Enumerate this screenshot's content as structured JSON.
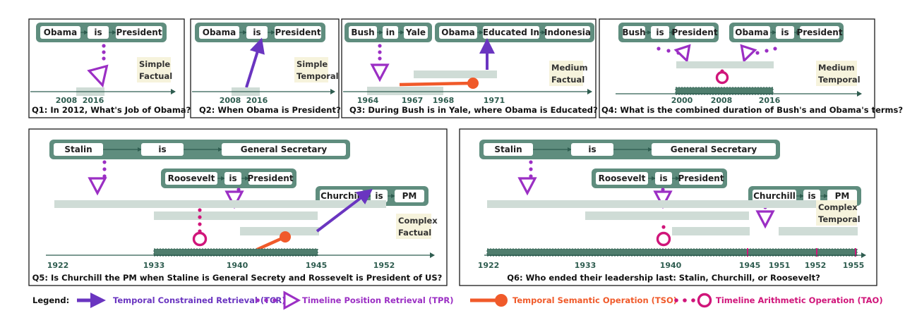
{
  "colors": {
    "panel_border": "#1a1a1a",
    "triple_bg": "#5f8d7e",
    "triple_inner": "#ffffff",
    "bar": "#cfdcd6",
    "dark_bar": "#4f7d6d",
    "axis": "#2f5d50",
    "tcr": "#6a35c0",
    "tpr": "#9b2fc4",
    "tso": "#f05a2a",
    "tao": "#d0157a",
    "tag_bg": "#f6f3dc"
  },
  "panels": [
    {
      "id": "q1",
      "triples": [
        [
          "Obama",
          "is",
          "President"
        ]
      ],
      "ticks": [
        "2008",
        "2016"
      ],
      "tag": [
        "Simple",
        "Factual"
      ],
      "question": "Q1: In 2012, What's Job of Obama?"
    },
    {
      "id": "q2",
      "triples": [
        [
          "Obama",
          "is",
          "President"
        ]
      ],
      "ticks": [
        "2008",
        "2016"
      ],
      "tag": [
        "Simple",
        "Temporal"
      ],
      "question": "Q2: When Obama is President?"
    },
    {
      "id": "q3",
      "triples": [
        [
          "Bush",
          "in",
          "Yale"
        ],
        [
          "Obama",
          "Educated In",
          "Indonesia"
        ]
      ],
      "ticks": [
        "1964",
        "1967",
        "1968",
        "1971"
      ],
      "tag": [
        "Medium",
        "Factual"
      ],
      "question": "Q3: During Bush is in Yale, where Obama is Educated?"
    },
    {
      "id": "q4",
      "triples": [
        [
          "Bush",
          "is",
          "President"
        ],
        [
          "Obama",
          "is",
          "President"
        ]
      ],
      "ticks": [
        "2000",
        "2008",
        "2016"
      ],
      "tag": [
        "Medium",
        "Temporal"
      ],
      "question": "Q4: What is the combined duration of Bush's and Obama's terms?"
    },
    {
      "id": "q5",
      "triples": [
        [
          "Stalin",
          "is",
          "General Secretary"
        ],
        [
          "Roosevelt",
          "is",
          "President"
        ],
        [
          "Churchill",
          "is",
          "PM"
        ]
      ],
      "ticks": [
        "1922",
        "1933",
        "1940",
        "1945",
        "1952"
      ],
      "tag": [
        "Complex",
        "Factual"
      ],
      "question": "Q5: Is Churchill the PM when Staline is General Secrety and Rossevelt is President of US?"
    },
    {
      "id": "q6",
      "triples": [
        [
          "Stalin",
          "is",
          "General Secretary"
        ],
        [
          "Roosevelt",
          "is",
          "President"
        ],
        [
          "Churchill",
          "is",
          "PM"
        ]
      ],
      "ticks": [
        "1922",
        "1933",
        "1940",
        "1945",
        "1951",
        "1952",
        "1955"
      ],
      "tag": [
        "Complex",
        "Temporal"
      ],
      "question": "Q6: Who ended their leadership last: Stalin, Churchill, or Roosevelt?"
    }
  ],
  "legend": {
    "label": "Legend:",
    "items": [
      {
        "icon": "purple-arrow-icon",
        "text": "Temporal Constrained Retrieval (TCR)"
      },
      {
        "icon": "dotted-triangle-icon",
        "text": "Timeline Position Retrieval (TPR)"
      },
      {
        "icon": "orange-pin-icon",
        "text": "Temporal Semantic Operation (TSO)"
      },
      {
        "icon": "dotted-ring-icon",
        "text": "Timeline Arithmetic Operation (TAO)"
      }
    ]
  }
}
